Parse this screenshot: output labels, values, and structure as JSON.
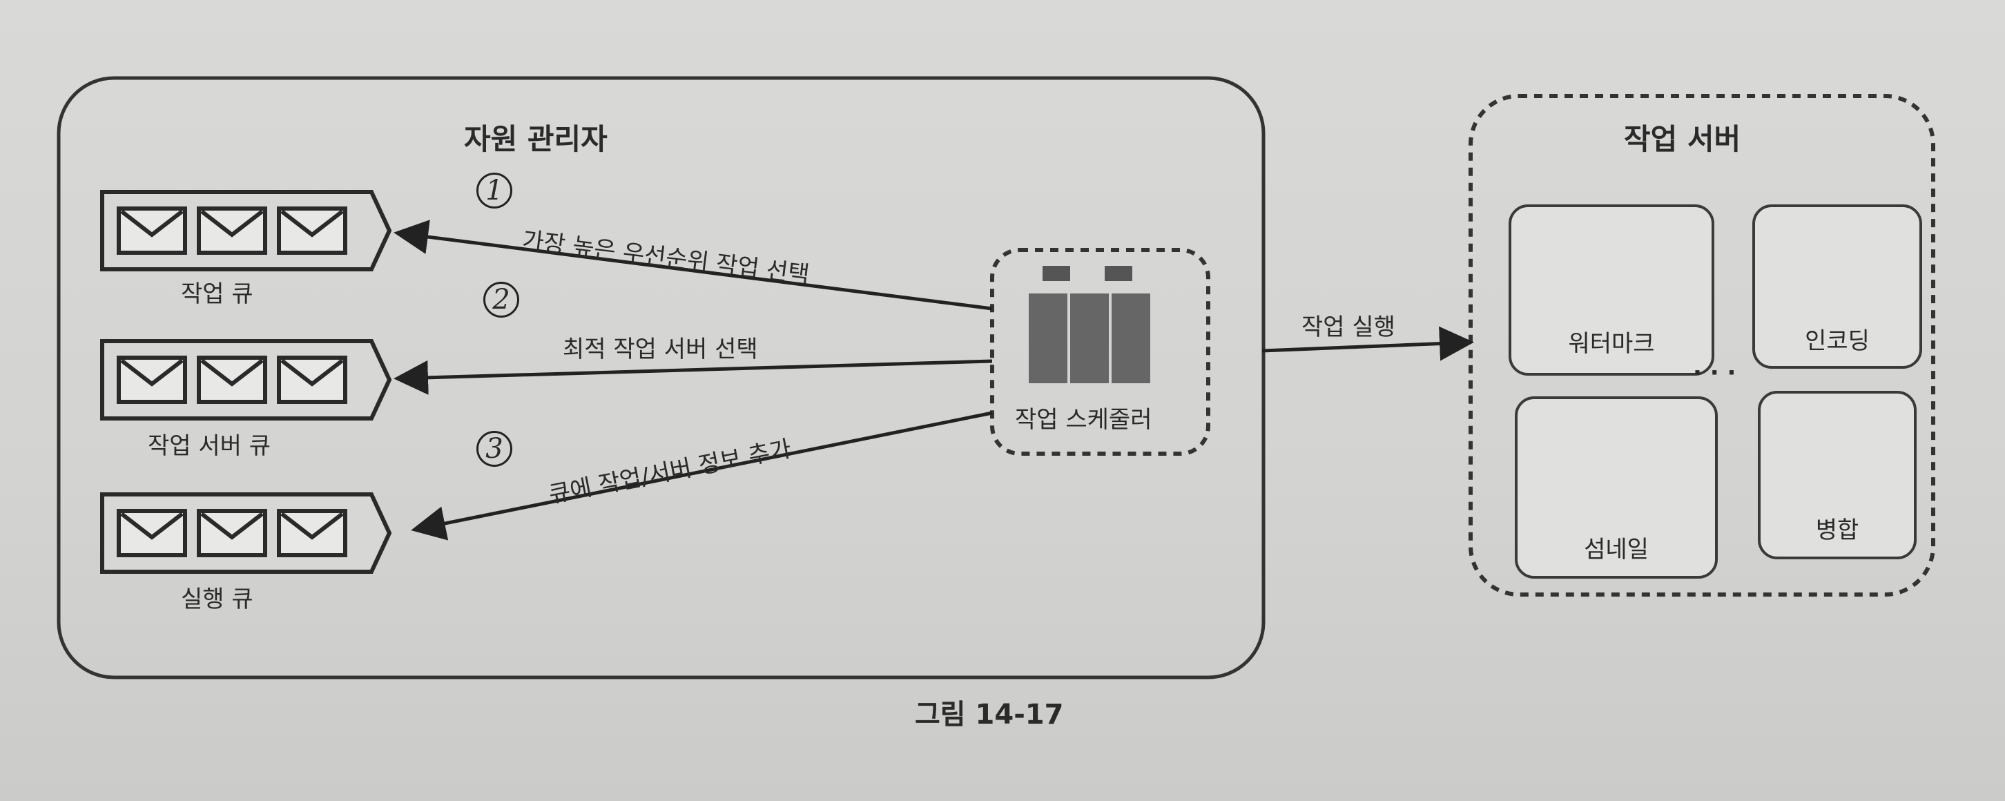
{
  "resource_manager": {
    "title": "자원 관리자",
    "queues": [
      {
        "label": "작업 큐"
      },
      {
        "label": "작업 서버 큐"
      },
      {
        "label": "실행 큐"
      }
    ],
    "scheduler": {
      "label": "작업 스케줄러"
    },
    "steps": [
      {
        "number": "1",
        "label": "가장 높은 우선순위 작업 선택"
      },
      {
        "number": "2",
        "label": "최적 작업 서버 선택"
      },
      {
        "number": "3",
        "label": "큐에 작업/서버 정보 추가"
      }
    ]
  },
  "execute_label": "작업 실행",
  "job_servers": {
    "title": "작업 서버",
    "servers": [
      {
        "label": "워터마크"
      },
      {
        "label": "인코딩"
      },
      {
        "label": "섬네일"
      },
      {
        "label": "병합"
      }
    ],
    "ellipsis": "· · ·"
  },
  "caption": "그림 14-17"
}
